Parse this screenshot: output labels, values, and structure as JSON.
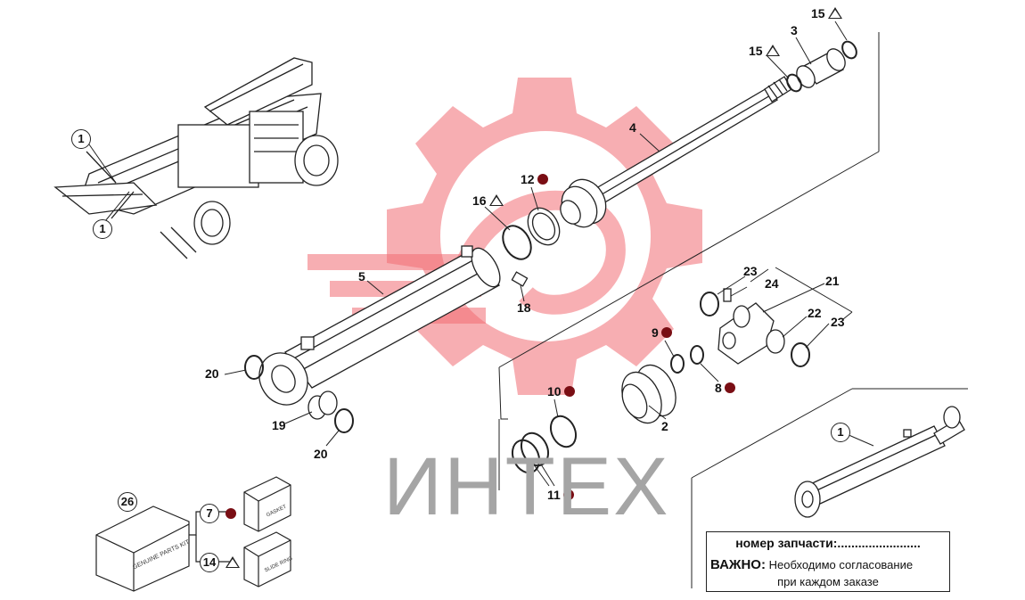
{
  "callouts": {
    "c1a": "1",
    "c1b": "1",
    "c1c": "1",
    "l2": "2",
    "l3": "3",
    "l4": "4",
    "l5": "5",
    "l8": "8",
    "l9": "9",
    "l10": "10",
    "l11": "11",
    "l12": "12",
    "l15a": "15",
    "l15b": "15",
    "l16": "16",
    "l18": "18",
    "l19": "19",
    "l20a": "20",
    "l20b": "20",
    "l21": "21",
    "l22": "22",
    "l23a": "23",
    "l23b": "23",
    "l24": "24",
    "c26": "26",
    "c7": "7",
    "c14": "14"
  },
  "brand": {
    "text": "ИНТЕХ"
  },
  "info": {
    "part_label": "номер запчасти:........................",
    "important_label": "ВАЖНО:",
    "important_text": "Необходимо согласование",
    "important_text_2": "при каждом заказе"
  },
  "kit_labels": {
    "main": "GENUINE PARTS KIT",
    "gasket": "GASKET",
    "slide": "SLIDE RING"
  },
  "colors": {
    "logo": "#f26d74",
    "dot": "#7a0e14",
    "brand": "#a5a5a5",
    "line": "#222222"
  }
}
